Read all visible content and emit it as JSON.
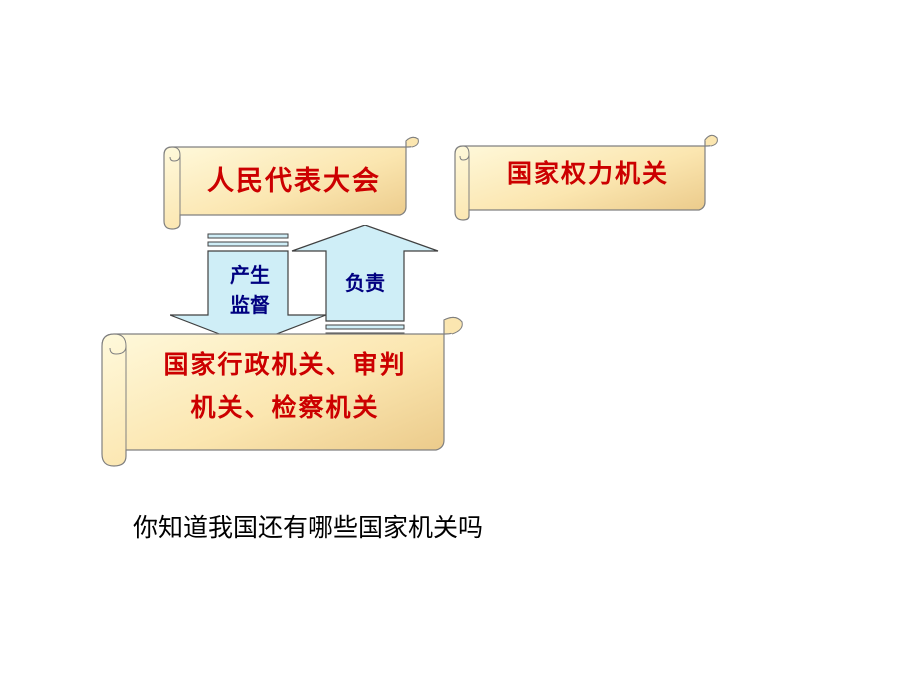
{
  "diagram": {
    "people_congress": "人民代表大会",
    "state_power_organ": "国家权力机关",
    "lower_box": {
      "line1": "国家行政机关、审判",
      "line2": "机关、检察机关"
    },
    "down_arrow_label": {
      "line1": "产生",
      "line2": "监督"
    },
    "up_arrow_label": "负责"
  },
  "question": "你知道我国还有哪些国家机关吗",
  "colors": {
    "scroll_fill": "#fff5c8",
    "scroll_fill_gradient_end": "#e9c98a",
    "scroll_stroke": "#808080",
    "red_text": "#cc0000",
    "arrow_fill": "#cfeef7",
    "arrow_stroke": "#404040",
    "arrow_text": "#000080"
  }
}
